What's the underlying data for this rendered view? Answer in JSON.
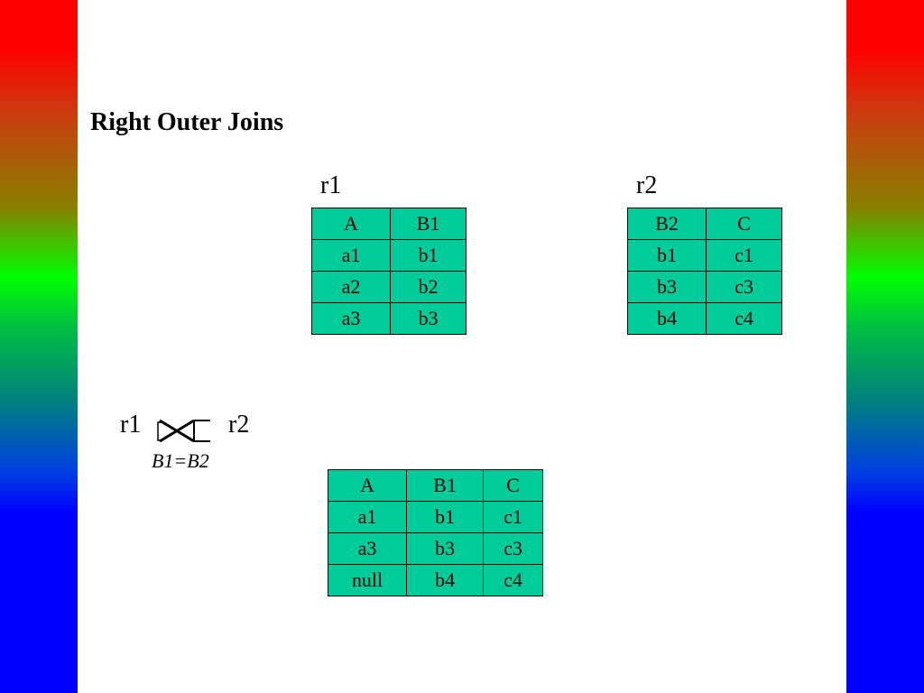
{
  "title": "Right Outer Joins",
  "r1": {
    "label": "r1",
    "columns": [
      "A",
      "B1"
    ],
    "rows": [
      [
        "a1",
        "b1"
      ],
      [
        "a2",
        "b2"
      ],
      [
        "a3",
        "b3"
      ]
    ]
  },
  "r2": {
    "label": "r2",
    "columns": [
      "B2",
      "C"
    ],
    "rows": [
      [
        "b1",
        "c1"
      ],
      [
        "b3",
        "c3"
      ],
      [
        "b4",
        "c4"
      ]
    ]
  },
  "join": {
    "left": "r1",
    "right": "r2",
    "operator_icon": "right-outer-join-icon",
    "condition": "B1=B2"
  },
  "result": {
    "columns": [
      "A",
      "B1",
      "C"
    ],
    "rows": [
      [
        "a1",
        "b1",
        "c1"
      ],
      [
        "a3",
        "b3",
        "c3"
      ],
      [
        "null",
        "b4",
        "c4"
      ]
    ]
  },
  "colors": {
    "cell_background": "#00cc99",
    "bar_top": "#ff0000",
    "bar_middle": "#00ff00",
    "bar_bottom": "#0000ff"
  }
}
